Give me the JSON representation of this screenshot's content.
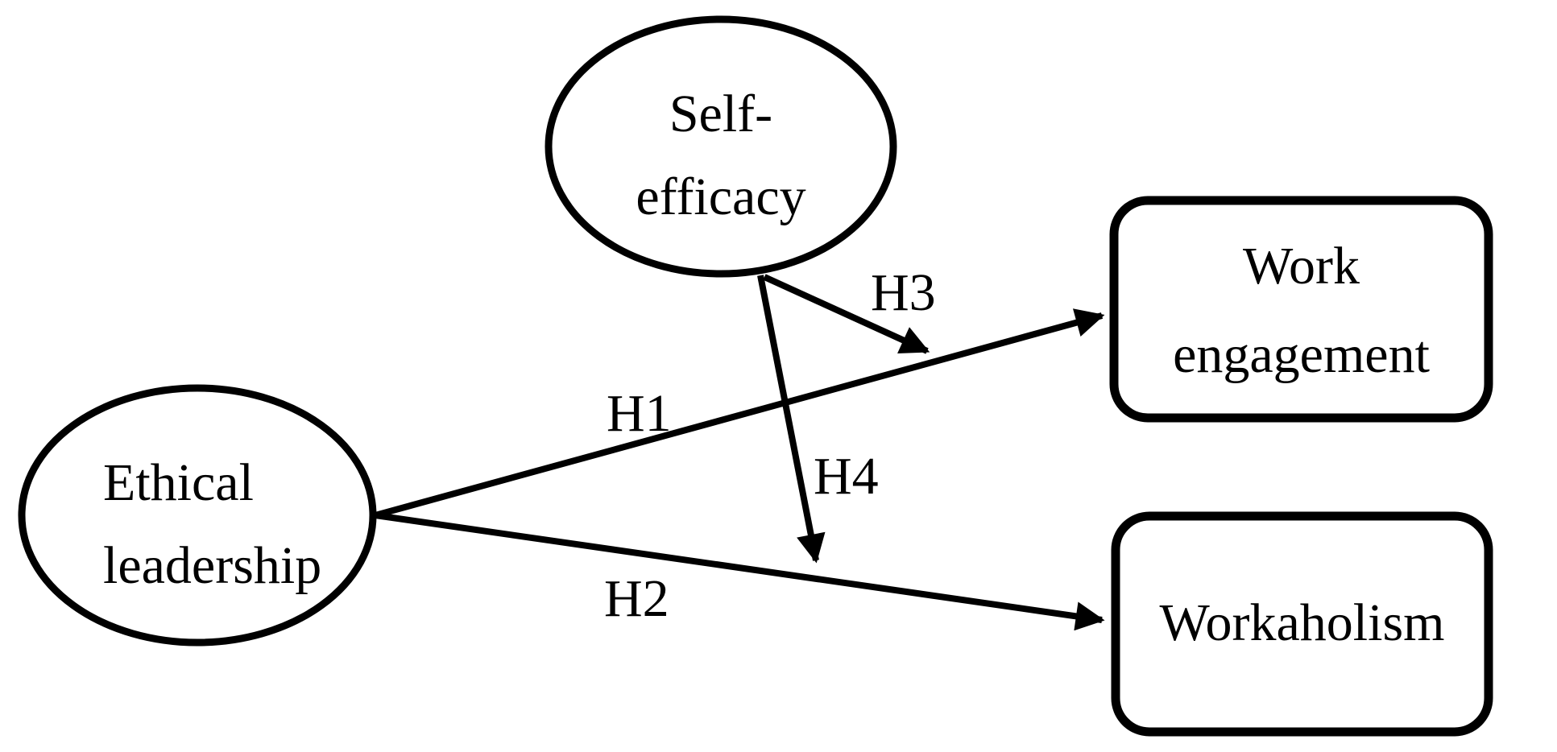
{
  "diagram": {
    "background_color": "#ffffff",
    "ink_color": "#000000",
    "nodes": {
      "self_efficacy": {
        "label": "Self-\nefficacy",
        "shape": "ellipse"
      },
      "ethical_leadership": {
        "label": "Ethical\nleadership",
        "shape": "ellipse"
      },
      "work_engagement": {
        "label": "Work\nengagement",
        "shape": "rounded-rectangle"
      },
      "workaholism": {
        "label": "Workaholism",
        "shape": "rounded-rectangle"
      }
    },
    "paths": {
      "h1": {
        "label": "H1",
        "from": "Ethical leadership",
        "to": "Work engagement"
      },
      "h2": {
        "label": "H2",
        "from": "Ethical leadership",
        "to": "Workaholism"
      },
      "h3": {
        "label": "H3",
        "from": "Self-efficacy",
        "to": "H1 path"
      },
      "h4": {
        "label": "H4",
        "from": "Self-efficacy",
        "to": "H2 path"
      }
    }
  }
}
